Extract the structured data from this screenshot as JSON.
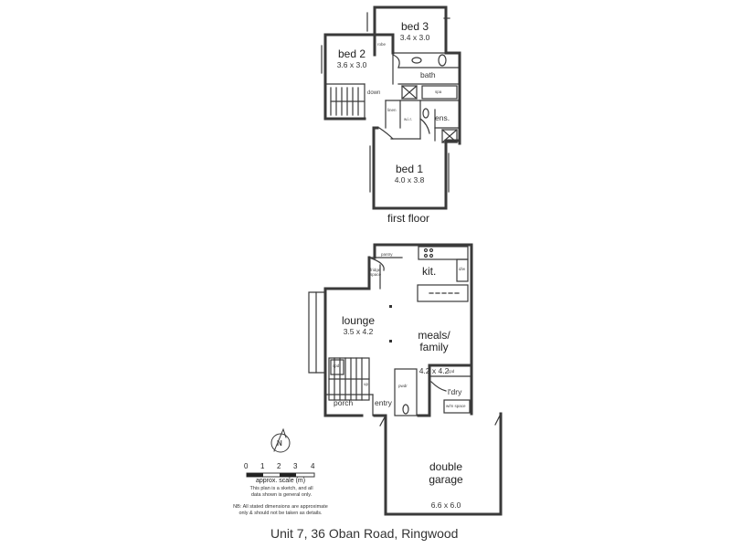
{
  "first_floor": {
    "caption": "first floor",
    "bed3": {
      "name": "bed 3",
      "dim": "3.4 x 3.0"
    },
    "bed2": {
      "name": "bed 2",
      "dim": "3.6 x 3.0"
    },
    "bed1": {
      "name": "bed 1",
      "dim": "4.0 x 3.8"
    },
    "bath": "bath",
    "ens": "ens.",
    "down": "down",
    "spa": "spa",
    "wir": "w.i.r.",
    "linen": "linen",
    "robe": "robe"
  },
  "ground_floor": {
    "pantry": "pantry",
    "kit": "kit.",
    "fridge": "fridge space",
    "dw": "d/w",
    "lounge": {
      "name": "lounge",
      "dim": "3.5 x 4.2"
    },
    "meals": {
      "name": "meals/\nfamily",
      "dim": "4.2 x 4.2"
    },
    "cpd": "cpd",
    "up": "up",
    "porch": "porch",
    "entry": "entry",
    "powder": "pwdr",
    "ldry": "l'dry",
    "cpd2": "cpd",
    "wm": "w/m space",
    "garage": {
      "name": "double\ngarage",
      "dim": "6.6 x 6.0"
    }
  },
  "scale": {
    "ticks": [
      "0",
      "1",
      "2",
      "3",
      "4"
    ],
    "caption": "approx. scale (m)",
    "compass": "N"
  },
  "notes": {
    "line1": "This plan is a sketch, and all data shown is general only.",
    "line2": "NB: All stated dimensions are approximate only & should not be taken as details."
  },
  "address": "Unit 7, 36 Oban Road, Ringwood"
}
